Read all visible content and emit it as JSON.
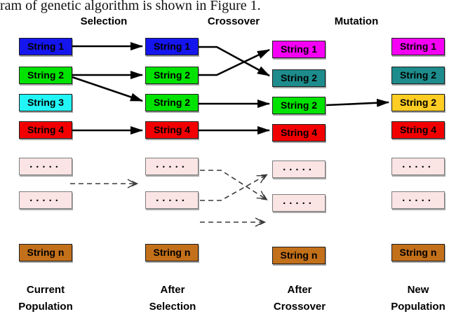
{
  "caption": "ram of genetic algorithm is shown in Figure 1.",
  "stage_labels": [
    "Selection",
    "Crossover",
    "Mutation"
  ],
  "colors": {
    "blue": "#1515EE",
    "green": "#00E300",
    "cyan": "#22F5F5",
    "red": "#F20000",
    "magenta": "#F500F5",
    "teal": "#1E8C8C",
    "gold": "#FECD23",
    "pink": "#FBE4E4",
    "brown": "#C3701A"
  },
  "columns": [
    {
      "name": "current-population",
      "footer": [
        "Current",
        "Population"
      ],
      "boxes": [
        {
          "label": "String 1",
          "bg": "#1515EE",
          "type": "string"
        },
        {
          "label": "String 2",
          "bg": "#00E300",
          "type": "string"
        },
        {
          "label": "String 3",
          "bg": "#22F5F5",
          "type": "string"
        },
        {
          "label": "String 4",
          "bg": "#F20000",
          "type": "string"
        },
        {
          "label": ".....",
          "bg": "#FBE4E4",
          "type": "dots"
        },
        {
          "label": ".....",
          "bg": "#FBE4E4",
          "type": "dots"
        },
        {
          "label": "String n",
          "bg": "#C3701A",
          "type": "string"
        }
      ]
    },
    {
      "name": "after-selection",
      "footer": [
        "After",
        "Selection"
      ],
      "boxes": [
        {
          "label": "String 1",
          "bg": "#1515EE",
          "type": "string"
        },
        {
          "label": "String 2",
          "bg": "#00E300",
          "type": "string"
        },
        {
          "label": "String 2",
          "bg": "#00E300",
          "type": "string"
        },
        {
          "label": "String 4",
          "bg": "#F20000",
          "type": "string"
        },
        {
          "label": ".....",
          "bg": "#FBE4E4",
          "type": "dots"
        },
        {
          "label": ".....",
          "bg": "#FBE4E4",
          "type": "dots"
        },
        {
          "label": "String n",
          "bg": "#C3701A",
          "type": "string"
        }
      ]
    },
    {
      "name": "after-crossover",
      "footer": [
        "After",
        "Crossover"
      ],
      "boxes": [
        {
          "label": "String 1",
          "bg": "#F500F5",
          "type": "string"
        },
        {
          "label": "String 2",
          "bg": "#1E8C8C",
          "type": "string"
        },
        {
          "label": "String 2",
          "bg": "#00E300",
          "type": "string"
        },
        {
          "label": "String 4",
          "bg": "#F20000",
          "type": "string"
        },
        {
          "label": ".....",
          "bg": "#FBE4E4",
          "type": "dots"
        },
        {
          "label": ".....",
          "bg": "#FBE4E4",
          "type": "dots"
        },
        {
          "label": "String n",
          "bg": "#C3701A",
          "type": "string"
        }
      ]
    },
    {
      "name": "new-population",
      "footer": [
        "New",
        "Population"
      ],
      "boxes": [
        {
          "label": "String 1",
          "bg": "#F500F5",
          "type": "string"
        },
        {
          "label": "String 2",
          "bg": "#1E8C8C",
          "type": "string"
        },
        {
          "label": "String 2",
          "bg": "#FECD23",
          "type": "string"
        },
        {
          "label": "String 4",
          "bg": "#F20000",
          "type": "string"
        },
        {
          "label": ".....",
          "bg": "#FBE4E4",
          "type": "dots"
        },
        {
          "label": ".....",
          "bg": "#FBE4E4",
          "type": "dots"
        },
        {
          "label": "String n",
          "bg": "#C3701A",
          "type": "string"
        }
      ]
    }
  ]
}
